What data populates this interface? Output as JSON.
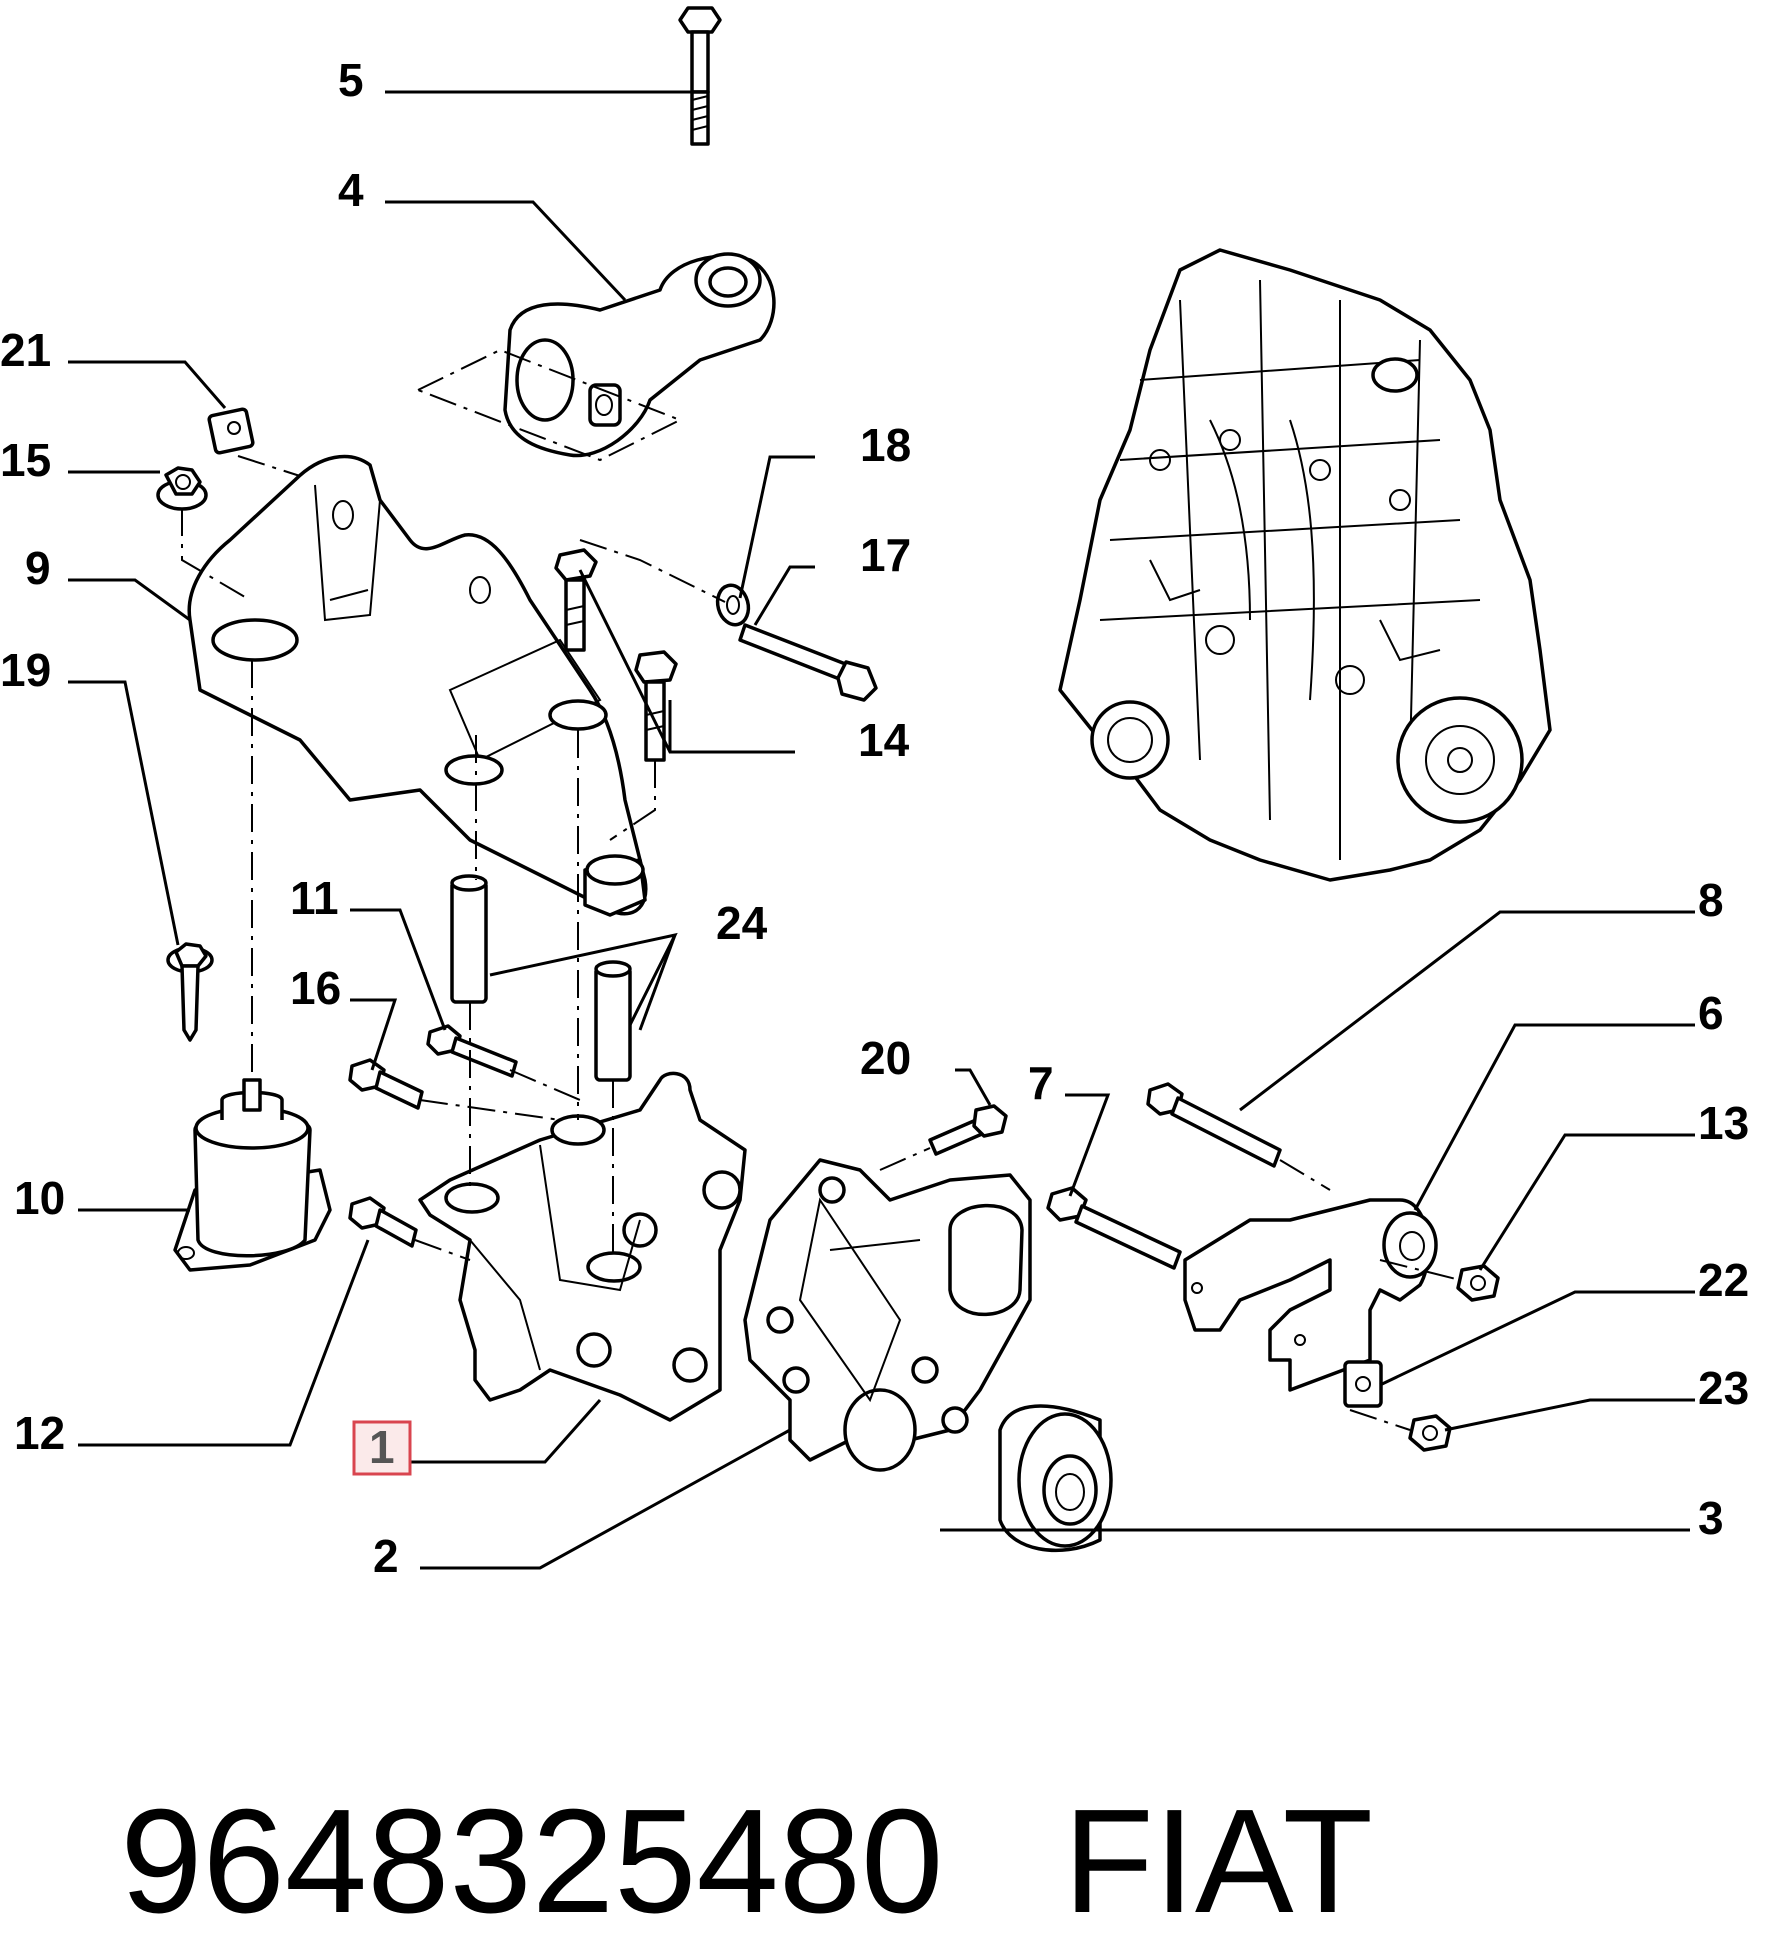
{
  "callouts": {
    "c1": "1",
    "c2": "2",
    "c3": "3",
    "c4": "4",
    "c5": "5",
    "c6": "6",
    "c7": "7",
    "c8": "8",
    "c9": "9",
    "c10": "10",
    "c11": "11",
    "c12": "12",
    "c13": "13",
    "c14": "14",
    "c15": "15",
    "c16": "16",
    "c17": "17",
    "c18": "18",
    "c19": "19",
    "c20": "20",
    "c21": "21",
    "c22": "22",
    "c23": "23",
    "c24": "24"
  },
  "highlighted_callout": "1",
  "footer": {
    "part_number": "9648325480",
    "brand": "FIAT"
  },
  "colors": {
    "highlight_border": "#d9454f",
    "highlight_fill": "#fbeaea"
  }
}
